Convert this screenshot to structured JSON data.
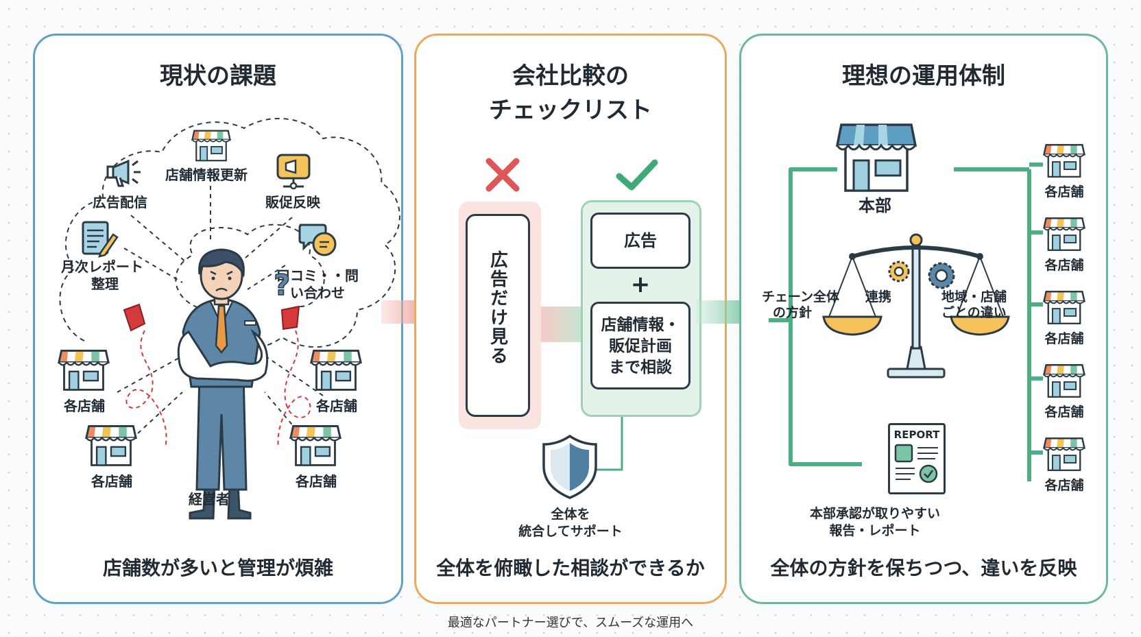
{
  "panel1": {
    "title": "現状の課題",
    "labels": {
      "ad": "広告配信",
      "store_update": "店舗情報更新",
      "promo": "販促反映",
      "monthly_a": "月次レポート",
      "monthly_b": "整理",
      "review_a": "口コミ・・問",
      "review_b": "い合わせ",
      "owner": "経営者"
    },
    "store_label": "各店舗",
    "bottom": "店舗数が多いと管理が煩雑"
  },
  "panel2": {
    "title_line1": "会社比較の",
    "title_line2": "チェックリスト",
    "bad_option": "広告だけ見る",
    "good_top": "広告",
    "plus": "+",
    "good_bottom_1": "店舗情報・",
    "good_bottom_2": "販促計画",
    "good_bottom_3": "まで相談",
    "support_1": "全体を",
    "support_2": "統合してサポート",
    "bottom": "全体を俯瞰した相談ができるか"
  },
  "panel3": {
    "title": "理想の運用体制",
    "hq": "本部",
    "left_scale_1": "チェーン全体",
    "left_scale_2": "の方針",
    "center_scale": "連携",
    "right_scale_1": "地域・店舗",
    "right_scale_2": "ごとの違い",
    "report_header": "REPORT",
    "report_1": "本部承認が取りやすい",
    "report_2": "報告・レポート",
    "store_label": "各店舗",
    "bottom": "全体の方針を保ちつつ、違いを反映"
  },
  "footer": "最適なパートナー選びで、スムーズな運用へ",
  "colors": {
    "blue_border": "#5fa0c6",
    "orange_border": "#eba95a",
    "green_border": "#6cb89a",
    "red": "#e05555",
    "green": "#3daa78"
  }
}
